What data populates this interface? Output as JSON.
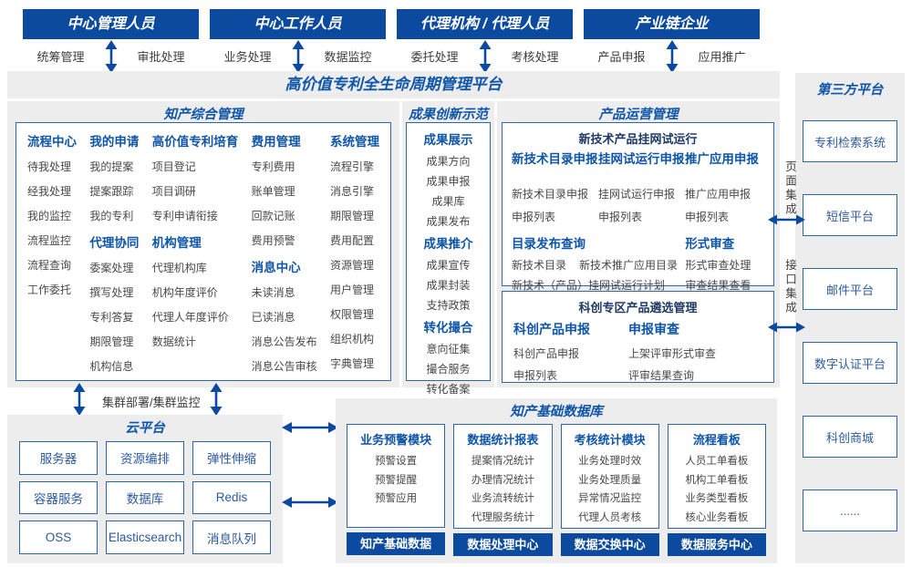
{
  "actors": [
    {
      "name": "中心管理人员",
      "left": "统筹管理",
      "right": "审批处理"
    },
    {
      "name": "中心工作人员",
      "left": "业务处理",
      "right": "数据监控"
    },
    {
      "name": "代理机构 / 代理人员",
      "left": "委托处理",
      "right": "考核处理"
    },
    {
      "name": "产业链企业",
      "left": "产品申报",
      "right": "应用推广"
    }
  ],
  "platform_title": "高价值专利全生命周期管理平台",
  "ip_mgmt": {
    "title": "知产综合管理",
    "col1": {
      "header": "流程中心",
      "items": [
        "待我处理",
        "经我处理",
        "我的监控",
        "流程监控",
        "流程查询",
        "工作委托"
      ]
    },
    "col2": {
      "header": "我的申请",
      "items": [
        "我的提案",
        "提案跟踪",
        "我的专利"
      ],
      "header2": "代理协同",
      "items2": [
        "委案处理",
        "撰写处理",
        "专利答复",
        "期限管理",
        "机构信息"
      ]
    },
    "col3": {
      "header": "高价值专利培育",
      "items": [
        "项目登记",
        "项目调研",
        "专利申请衔接"
      ],
      "header2": "机构管理",
      "items2": [
        "代理机构库",
        "机构年度评价",
        "代理人年度评价",
        "数据统计"
      ]
    },
    "col4": {
      "header": "费用管理",
      "items": [
        "专利费用",
        "账单管理",
        "回款记账",
        "费用预警"
      ],
      "header2": "消息中心",
      "items2": [
        "未读消息",
        "已读消息",
        "消息公告发布",
        "消息公告审核"
      ]
    },
    "col5": {
      "header": "系统管理",
      "items": [
        "流程引擎",
        "消息引擎",
        "期限管理",
        "费用配置",
        "资源管理",
        "用户管理",
        "权限管理",
        "组织机构",
        "字典管理"
      ]
    }
  },
  "innovation": {
    "title": "成果创新示范",
    "groups": [
      {
        "header": "成果展示",
        "items": [
          "成果方向",
          "成果申报",
          "成果库",
          "成果发布"
        ]
      },
      {
        "header": "成果推介",
        "items": [
          "成果宣传",
          "成果封装",
          "支持政策"
        ]
      },
      {
        "header": "转化撮合",
        "items": [
          "意向征集",
          "撮合服务",
          "转化备案"
        ]
      }
    ]
  },
  "product_ops": {
    "title": "产品运营管理",
    "boxA": {
      "title": "新技术产品挂网试运行",
      "cols": [
        {
          "header": "新技术目录申报",
          "items": [
            "新技术目录申报",
            "申报列表"
          ]
        },
        {
          "header": "挂网试运行申报",
          "items": [
            "挂网试运行申报",
            "申报列表"
          ]
        },
        {
          "header": "推广应用申报",
          "items": [
            "推广应用申报",
            "申报列表"
          ]
        }
      ],
      "catalog": {
        "header": "目录发布查询",
        "row1": [
          "新技术目录",
          "新技术推广应用目录"
        ],
        "row2": "新技术（产品）挂网试运行计划"
      },
      "review": {
        "header": "形式审查",
        "items": [
          "形式审查处理",
          "审查结果查看"
        ]
      }
    },
    "boxB": {
      "title": "科创专区产品遴选管理",
      "cols": [
        {
          "header": "科创产品申报",
          "items": [
            "科创产品申报",
            "申报列表"
          ]
        },
        {
          "header": "申报审查",
          "items": [
            "上架评审形式审查",
            "评审结果查询"
          ]
        }
      ]
    }
  },
  "cluster_label": "集群部署/集群监控",
  "cloud": {
    "title": "云平台",
    "items": [
      "服务器",
      "资源编排",
      "弹性伸缩",
      "容器服务",
      "数据库",
      "Redis",
      "OSS",
      "Elasticsearch",
      "消息队列"
    ]
  },
  "data_platform": {
    "title": "知产基础数据库",
    "modules": [
      {
        "header": "业务预警模块",
        "items": [
          "预警设置",
          "预警提醒",
          "预警应用"
        ],
        "footer": "知产基础数据"
      },
      {
        "header": "数据统计报表",
        "items": [
          "提案情况统计",
          "办理情况统计",
          "业务流转统计",
          "代理服务统计"
        ],
        "footer": "数据处理中心"
      },
      {
        "header": "考核统计模块",
        "items": [
          "业务处理时效",
          "业务处理质量",
          "异常情况监控",
          "代理人员考核"
        ],
        "footer": "数据交换中心"
      },
      {
        "header": "流程看板",
        "items": [
          "人员工单看板",
          "机构工单看板",
          "业务类型看板",
          "核心业务看板"
        ],
        "footer": "数据服务中心"
      }
    ]
  },
  "third_party": {
    "title": "第三方平台",
    "items": [
      "专利检索系统",
      "短信平台",
      "邮件平台",
      "数字认证平台",
      "科创商城",
      "......"
    ]
  },
  "integration": {
    "page": "页面集成",
    "api": "接口集成"
  },
  "icons": {
    "vertical_double_arrow": "↕",
    "horizontal_double_arrow": "↔"
  },
  "colors": {
    "primary_blue": "#0b4a9e",
    "heading_blue": "#0f55a8",
    "dark_navy": "#1f3a66",
    "item_grey": "#484848",
    "panel_grey": "#ededed",
    "border_blue": "#2f66ac",
    "white": "#ffffff"
  }
}
